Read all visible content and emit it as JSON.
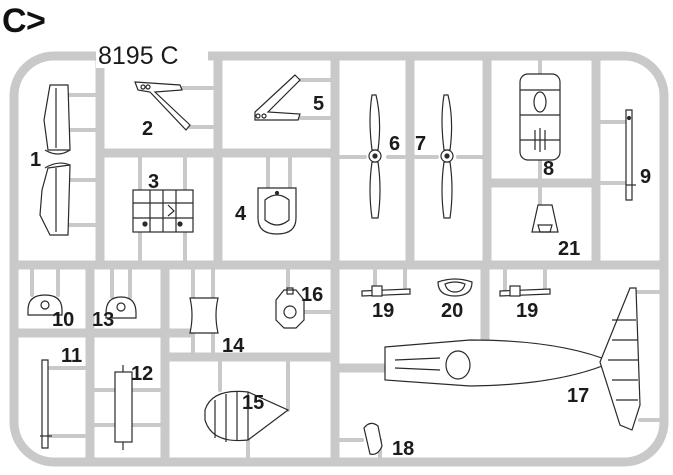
{
  "sprue_id": "C",
  "sprue_arrow": ">",
  "kit_code": "8195 C",
  "colors": {
    "runner": "#c9c9c9",
    "part_outline": "#2a2a2a",
    "part_fill": "#ffffff",
    "label": "#1b1b1b"
  },
  "parts": [
    "1",
    "2",
    "3",
    "4",
    "5",
    "6",
    "7",
    "8",
    "9",
    "10",
    "11",
    "12",
    "13",
    "14",
    "15",
    "16",
    "17",
    "18",
    "19",
    "19",
    "20",
    "21"
  ]
}
